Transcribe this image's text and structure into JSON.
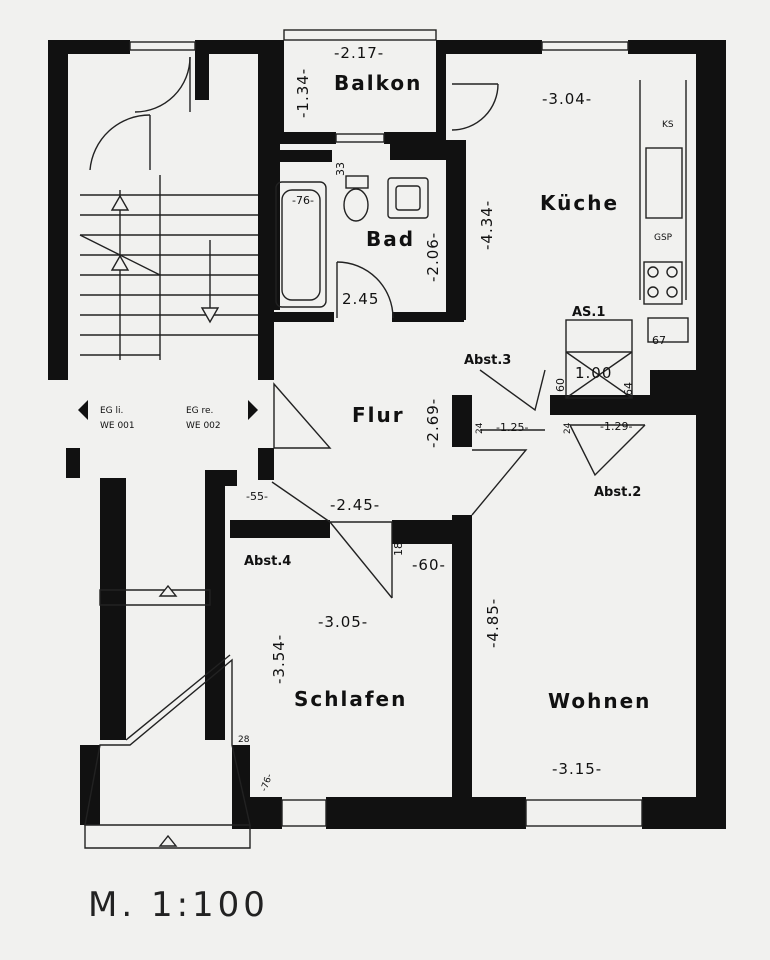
{
  "rooms": {
    "balkon": "Balkon",
    "kueche": "Küche",
    "bad": "Bad",
    "flur": "Flur",
    "schlafen": "Schlafen",
    "wohnen": "Wohnen"
  },
  "dimensions": {
    "balkon_w": "-2.17-",
    "balkon_h": "-1.34-",
    "kueche_w": "-3.04-",
    "kueche_h": "-4.34-",
    "bad_w": "-2.06-",
    "bad_wall": "2.45",
    "bath_76": "-76-",
    "bath_33": "33",
    "flur_h": "-2.69-",
    "flur_w": "-2.45-",
    "schlafen_w": "-3.05-",
    "schlafen_h": "-3.54-",
    "wohnen_h": "-4.85-",
    "wohnen_w": "-3.15-",
    "as1_w": "1.00",
    "as1_60": "60",
    "as1_64": "64",
    "as1_67": "67",
    "abst3_w": "-1.25-",
    "abst3_24": "24",
    "abst2_w": "-1.29-",
    "abst2_24": "24",
    "abst4_55": "-55-",
    "door_60": "-60-",
    "door_18": "18",
    "corner_28": "28",
    "corner_76": "-76-"
  },
  "labels": {
    "as1": "AS.1",
    "abst2": "Abst.2",
    "abst3": "Abst.3",
    "abst4": "Abst.4",
    "ks": "KS",
    "gsp": "GSP",
    "eg_li": "EG li.",
    "we_001": "WE 001",
    "eg_re": "EG re.",
    "we_002": "WE 002"
  },
  "scale_label": "M. 1:100"
}
